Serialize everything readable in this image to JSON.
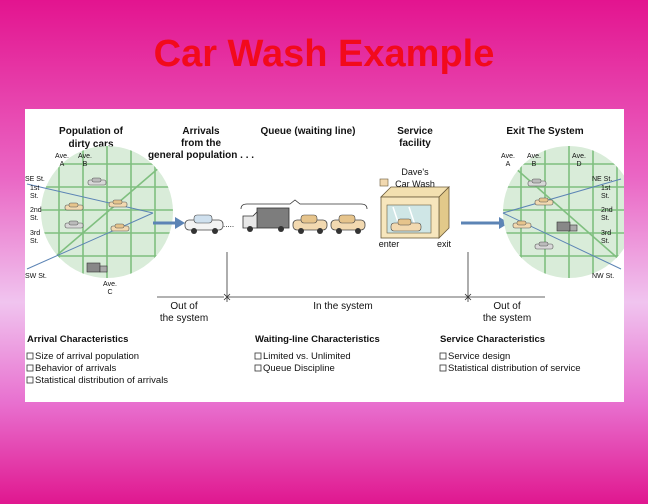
{
  "slide": {
    "title": "Car Wash Example"
  },
  "headers": {
    "population": [
      "Population of",
      "dirty cars"
    ],
    "arrivals": [
      "Arrivals",
      "from the",
      "general population . . ."
    ],
    "queue": "Queue (waiting line)",
    "service": [
      "Service",
      "facility"
    ],
    "exit": "Exit The System"
  },
  "left_grid": {
    "ave_a": [
      "Ave.",
      "A"
    ],
    "ave_b": [
      "Ave.",
      "B"
    ],
    "ave_c": [
      "Ave.",
      "C"
    ],
    "streets": {
      "se": "SE St.",
      "st1": [
        "1st",
        "St."
      ],
      "st2": [
        "2nd",
        "St."
      ],
      "st3": [
        "3rd",
        "St."
      ],
      "sw": "SW St."
    }
  },
  "right_grid": {
    "ave_a": [
      "Ave.",
      "A"
    ],
    "ave_b": [
      "Ave.",
      "B"
    ],
    "ave_d": [
      "Ave.",
      "D"
    ],
    "streets": {
      "ne": "NE St.",
      "st1": [
        "1st",
        "St."
      ],
      "st2": [
        "2nd",
        "St."
      ],
      "st3": [
        "3rd",
        "St."
      ],
      "nw": "NW St."
    }
  },
  "car_wash": {
    "name": [
      "Dave's",
      "Car Wash"
    ],
    "enter": "enter",
    "exit": "exit",
    "queue_dots": "....."
  },
  "phases": {
    "out_left": [
      "Out of",
      "the system"
    ],
    "in_system": "In the system",
    "out_right": [
      "Out of",
      "the system"
    ]
  },
  "characteristics": {
    "arrival": {
      "title": "Arrival Characteristics",
      "items": [
        "Size of arrival population",
        "Behavior of arrivals",
        "Statistical distribution of arrivals"
      ]
    },
    "waiting": {
      "title": "Waiting-line Characteristics",
      "items": [
        "Limited vs. Unlimited",
        "Queue Discipline"
      ]
    },
    "service": {
      "title": "Service Characteristics",
      "items": [
        "Service design",
        "Statistical distribution of service"
      ]
    }
  },
  "colors": {
    "title": "#f20a1c",
    "grid_fill": "#d9ecd9",
    "arrow": "#5c84b5"
  }
}
